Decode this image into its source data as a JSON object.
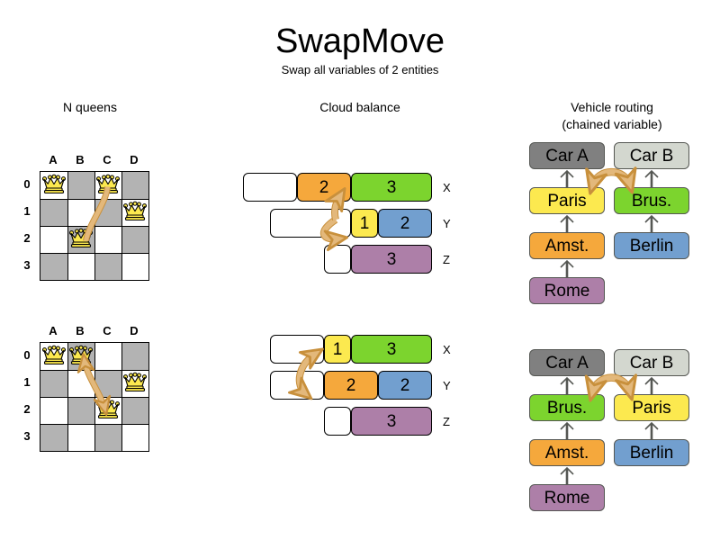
{
  "header": {
    "title": "SwapMove",
    "subtitle": "Swap all variables of 2 entities"
  },
  "colors": {
    "orange": "#F5A83C",
    "green": "#7CD42E",
    "yellow": "#FCE94F",
    "blue": "#729FCF",
    "purple": "#AD7FA8",
    "car_a_gray": "#808080",
    "car_b_gray": "#D3D7CF",
    "board_dark": "#b3b3b3",
    "board_light": "#ffffff",
    "arrow_fill": "#E3B87B",
    "arrow_stroke": "#C8903C",
    "link_gray": "#555753"
  },
  "sections": {
    "n_queens": {
      "title": "N queens",
      "column_labels": [
        "A",
        "B",
        "C",
        "D"
      ],
      "row_labels": [
        "0",
        "1",
        "2",
        "3"
      ],
      "before": {
        "queens": [
          {
            "col": 0,
            "row": 0
          },
          {
            "col": 2,
            "row": 0
          },
          {
            "col": 3,
            "row": 1
          },
          {
            "col": 1,
            "row": 2
          }
        ],
        "move_arrow": {
          "from": {
            "col": 2,
            "row": 0
          },
          "to": {
            "col": 1,
            "row": 2
          },
          "double": false
        }
      },
      "after": {
        "queens": [
          {
            "col": 0,
            "row": 0
          },
          {
            "col": 1,
            "row": 0
          },
          {
            "col": 3,
            "row": 1
          },
          {
            "col": 2,
            "row": 2
          }
        ],
        "move_arrow": {
          "from": {
            "col": 1,
            "row": 0
          },
          "to": {
            "col": 2,
            "row": 2
          },
          "double": true
        }
      }
    },
    "cloud_balance": {
      "title": "Cloud balance",
      "before": {
        "rows": [
          {
            "label": "X",
            "segments": [
              {
                "value": "",
                "color": "#ffffff",
                "width": 60
              },
              {
                "value": "2",
                "color": "#F5A83C",
                "width": 60
              },
              {
                "value": "3",
                "color": "#7CD42E",
                "width": 90
              }
            ]
          },
          {
            "label": "Y",
            "segments": [
              {
                "value": "",
                "color": "#ffffff",
                "width": 90
              },
              {
                "value": "1",
                "color": "#FCE94F",
                "width": 30
              },
              {
                "value": "2",
                "color": "#729FCF",
                "width": 60
              }
            ]
          },
          {
            "label": "Z",
            "segments": [
              {
                "value": "",
                "color": "#ffffff",
                "width": 30
              },
              {
                "value": "3",
                "color": "#AD7FA8",
                "width": 90
              }
            ]
          }
        ]
      },
      "after": {
        "rows": [
          {
            "label": "X",
            "segments": [
              {
                "value": "",
                "color": "#ffffff",
                "width": 60
              },
              {
                "value": "1",
                "color": "#FCE94F",
                "width": 30
              },
              {
                "value": "3",
                "color": "#7CD42E",
                "width": 90
              }
            ]
          },
          {
            "label": "Y",
            "segments": [
              {
                "value": "",
                "color": "#ffffff",
                "width": 60
              },
              {
                "value": "2",
                "color": "#F5A83C",
                "width": 60
              },
              {
                "value": "2",
                "color": "#729FCF",
                "width": 60
              }
            ]
          },
          {
            "label": "Z",
            "segments": [
              {
                "value": "",
                "color": "#ffffff",
                "width": 30
              },
              {
                "value": "3",
                "color": "#AD7FA8",
                "width": 90
              }
            ]
          }
        ]
      }
    },
    "vehicle_routing": {
      "title_line1": "Vehicle routing",
      "title_line2": "(chained variable)",
      "before": {
        "left_chain": [
          {
            "label": "Car A",
            "color": "#808080"
          },
          {
            "label": "Paris",
            "color": "#FCE94F"
          },
          {
            "label": "Amst.",
            "color": "#F5A83C"
          },
          {
            "label": "Rome",
            "color": "#AD7FA8"
          }
        ],
        "right_chain": [
          {
            "label": "Car B",
            "color": "#D3D7CF"
          },
          {
            "label": "Brus.",
            "color": "#7CD42E"
          },
          {
            "label": "Berlin",
            "color": "#729FCF"
          }
        ]
      },
      "after": {
        "left_chain": [
          {
            "label": "Car A",
            "color": "#808080"
          },
          {
            "label": "Brus.",
            "color": "#7CD42E"
          },
          {
            "label": "Amst.",
            "color": "#F5A83C"
          },
          {
            "label": "Rome",
            "color": "#AD7FA8"
          }
        ],
        "right_chain": [
          {
            "label": "Car B",
            "color": "#D3D7CF"
          },
          {
            "label": "Paris",
            "color": "#FCE94F"
          },
          {
            "label": "Berlin",
            "color": "#729FCF"
          }
        ]
      }
    }
  }
}
